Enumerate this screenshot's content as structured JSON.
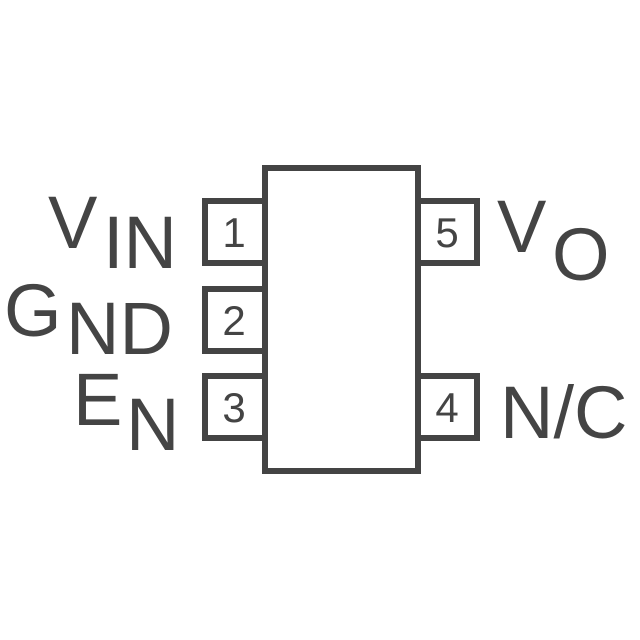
{
  "package": {
    "pins": [
      {
        "number": "1",
        "name_main": "V",
        "name_sub": "IN"
      },
      {
        "number": "2",
        "name_main": "G",
        "name_sub": "ND"
      },
      {
        "number": "3",
        "name_main": "E",
        "name_sub": "N"
      },
      {
        "number": "4",
        "name": "N/C"
      },
      {
        "number": "5",
        "name_main": "V",
        "name_sub": "O"
      }
    ],
    "colors": {
      "stroke": "#444444",
      "background": "#ffffff"
    }
  }
}
